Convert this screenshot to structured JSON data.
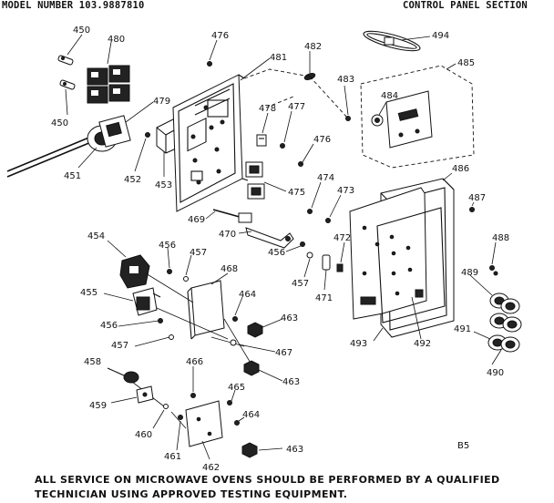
{
  "header": {
    "model_text": "MODEL NUMBER 103.9887810",
    "section_text": "CONTROL PANEL SECTION"
  },
  "footer": {
    "line1": "ALL SERVICE ON MICROWAVE OVENS SHOULD BE PERFORMED BY A QUALIFIED",
    "line2": "TECHNICIAN USING APPROVED TESTING EQUIPMENT."
  },
  "page_code": "B5",
  "parts": [
    "450",
    "480",
    "476",
    "481",
    "482",
    "494",
    "485",
    "483",
    "484",
    "479",
    "478",
    "477",
    "476",
    "450",
    "451",
    "452",
    "453",
    "475",
    "474",
    "486",
    "473",
    "487",
    "469",
    "470",
    "456",
    "472",
    "488",
    "454",
    "456",
    "457",
    "468",
    "457",
    "471",
    "489",
    "464",
    "455",
    "463",
    "493",
    "492",
    "456",
    "457",
    "467",
    "491",
    "490",
    "466",
    "458",
    "463",
    "465",
    "459",
    "460",
    "464",
    "461",
    "462",
    "463"
  ]
}
